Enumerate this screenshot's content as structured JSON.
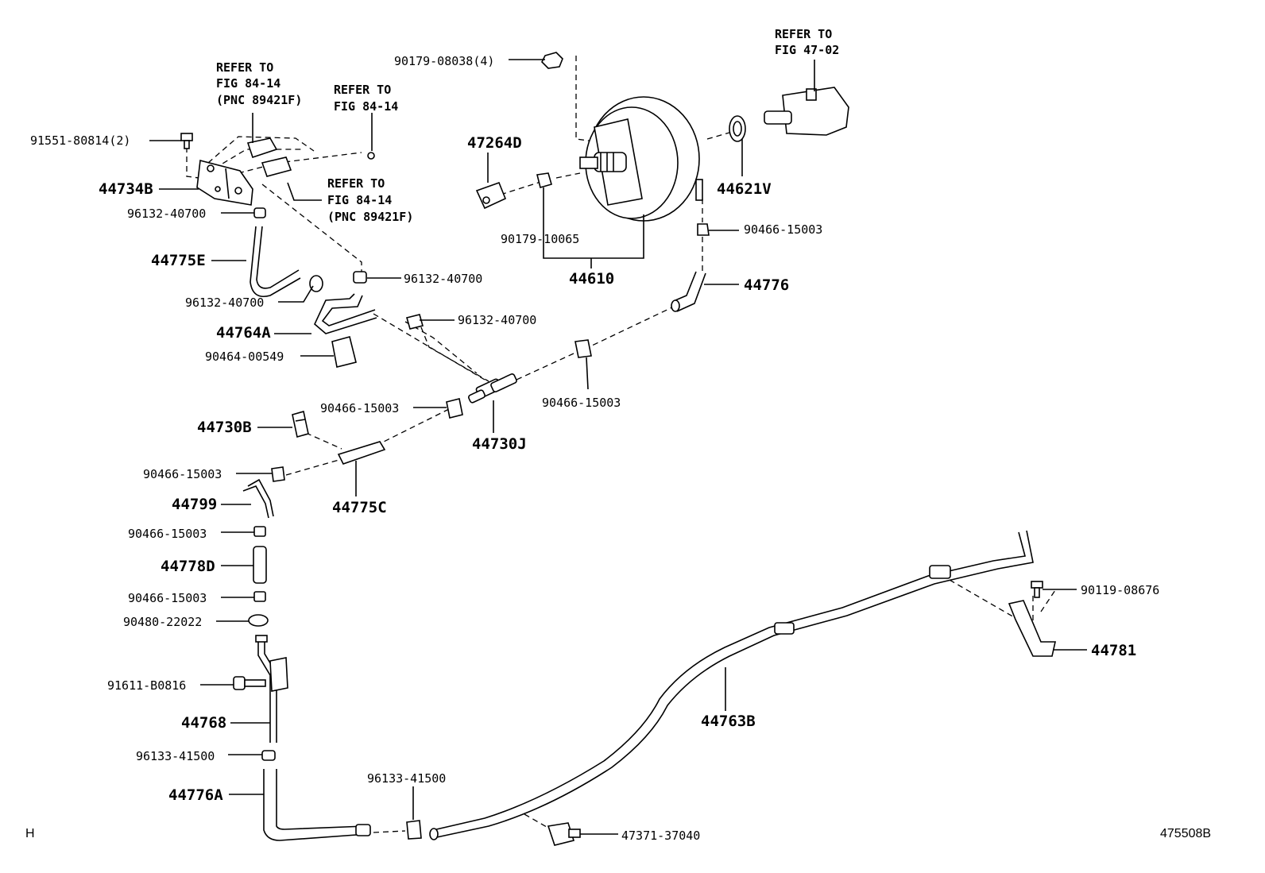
{
  "corner": {
    "left": "H",
    "right": "475508B"
  },
  "refs": {
    "ref_a": [
      "REFER TO",
      "FIG 84-14",
      "(PNC 89421F)"
    ],
    "ref_b": [
      "REFER TO",
      "FIG 84-14"
    ],
    "ref_c": [
      "REFER TO",
      "FIG 84-14",
      "(PNC 89421F)"
    ],
    "ref_d": [
      "REFER TO",
      "FIG 47-02"
    ]
  },
  "parts": {
    "p1": "91551-80814(2)",
    "p2": "44734B",
    "p3": "96132-40700",
    "p4": "44775E",
    "p5": "96132-40700",
    "p6": "96132-40700",
    "p7": "44764A",
    "p8": "96132-40700",
    "p9": "90464-00549",
    "p10": "90179-08038(4)",
    "p11": "47264D",
    "p12": "90179-10065",
    "p13": "44610",
    "p14": "44621V",
    "p15": "90466-15003",
    "p16": "44776",
    "p17": "90466-15003",
    "p18": "90466-15003",
    "p19": "44730J",
    "p20": "44730B",
    "p21": "90466-15003",
    "p22": "44775C",
    "p23": "44799",
    "p24": "90466-15003",
    "p25": "44778D",
    "p26": "90466-15003",
    "p27": "90480-22022",
    "p28": "91611-B0816",
    "p29": "44768",
    "p30": "96133-41500",
    "p31": "44776A",
    "p32": "96133-41500",
    "p33": "47371-37040",
    "p34": "44763B",
    "p35": "90119-08676",
    "p36": "44781"
  }
}
